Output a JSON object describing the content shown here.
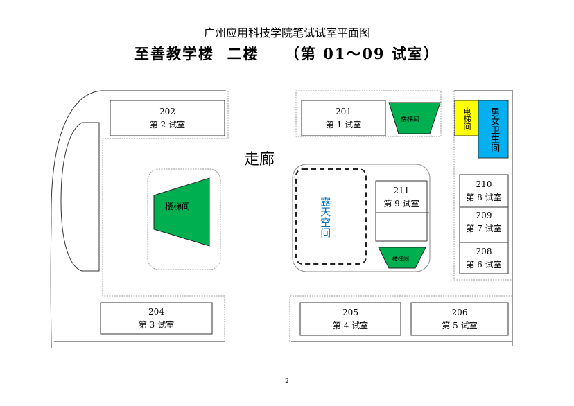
{
  "header": {
    "title": "广州应用科技学院笔试试室平面图",
    "subtitle": "至善教学楼  二楼    （第 01～09 试室）"
  },
  "corridor_label": "走廊",
  "rooms": [
    {
      "number": "202",
      "name": "第 2 试室"
    },
    {
      "number": "204",
      "name": "第 3 试室"
    },
    {
      "number": "201",
      "name": "第 1 试室"
    },
    {
      "number": "211",
      "name": "第 9 试室"
    },
    {
      "number": "210",
      "name": "第 8 试室"
    },
    {
      "number": "209",
      "name": "第 7 试室"
    },
    {
      "number": "208",
      "name": "第 6 试室"
    },
    {
      "number": "205",
      "name": "第 4 试室"
    },
    {
      "number": "206",
      "name": "第 5 试室"
    }
  ],
  "facilities": {
    "stairs": "楼梯间",
    "elevator": "电梯间",
    "restroom": "男女卫生间",
    "open_space": "露天空间"
  },
  "colors": {
    "stairs": "#00b050",
    "elevator": "#ffff00",
    "restroom": "#00b0f0",
    "open_space_text": "#0070c0"
  },
  "page_number": "2"
}
